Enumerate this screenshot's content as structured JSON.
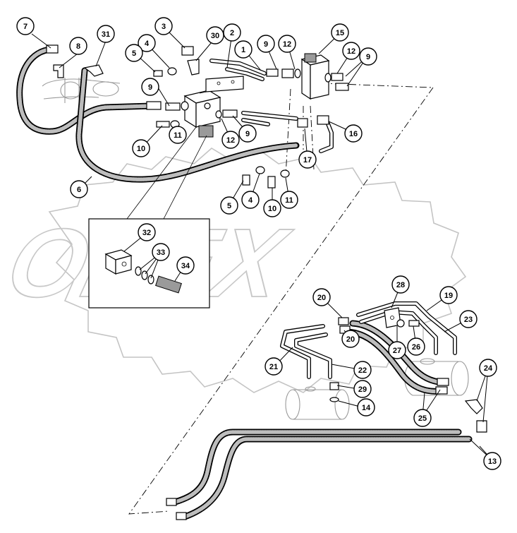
{
  "watermark": {
    "text": "OPEX"
  },
  "callouts": [
    {
      "id": "c1",
      "label": "1"
    },
    {
      "id": "c2",
      "label": "2"
    },
    {
      "id": "c3",
      "label": "3"
    },
    {
      "id": "c4a",
      "label": "4"
    },
    {
      "id": "c4b",
      "label": "4"
    },
    {
      "id": "c5a",
      "label": "5"
    },
    {
      "id": "c5b",
      "label": "5"
    },
    {
      "id": "c6",
      "label": "6"
    },
    {
      "id": "c7",
      "label": "7"
    },
    {
      "id": "c8",
      "label": "8"
    },
    {
      "id": "c9a",
      "label": "9"
    },
    {
      "id": "c9b",
      "label": "9"
    },
    {
      "id": "c9c",
      "label": "9"
    },
    {
      "id": "c9d",
      "label": "9"
    },
    {
      "id": "c10a",
      "label": "10"
    },
    {
      "id": "c10b",
      "label": "10"
    },
    {
      "id": "c11a",
      "label": "11"
    },
    {
      "id": "c11b",
      "label": "11"
    },
    {
      "id": "c12a",
      "label": "12"
    },
    {
      "id": "c12b",
      "label": "12"
    },
    {
      "id": "c12c",
      "label": "12"
    },
    {
      "id": "c13",
      "label": "13"
    },
    {
      "id": "c14",
      "label": "14"
    },
    {
      "id": "c15",
      "label": "15"
    },
    {
      "id": "c16",
      "label": "16"
    },
    {
      "id": "c17",
      "label": "17"
    },
    {
      "id": "c19",
      "label": "19"
    },
    {
      "id": "c20a",
      "label": "20"
    },
    {
      "id": "c20b",
      "label": "20"
    },
    {
      "id": "c21",
      "label": "21"
    },
    {
      "id": "c22",
      "label": "22"
    },
    {
      "id": "c23",
      "label": "23"
    },
    {
      "id": "c24",
      "label": "24"
    },
    {
      "id": "c25",
      "label": "25"
    },
    {
      "id": "c26",
      "label": "26"
    },
    {
      "id": "c27",
      "label": "27"
    },
    {
      "id": "c28",
      "label": "28"
    },
    {
      "id": "c29",
      "label": "29"
    },
    {
      "id": "c30",
      "label": "30"
    },
    {
      "id": "c31",
      "label": "31"
    },
    {
      "id": "c32",
      "label": "32"
    },
    {
      "id": "c33",
      "label": "33"
    },
    {
      "id": "c34",
      "label": "34"
    }
  ]
}
